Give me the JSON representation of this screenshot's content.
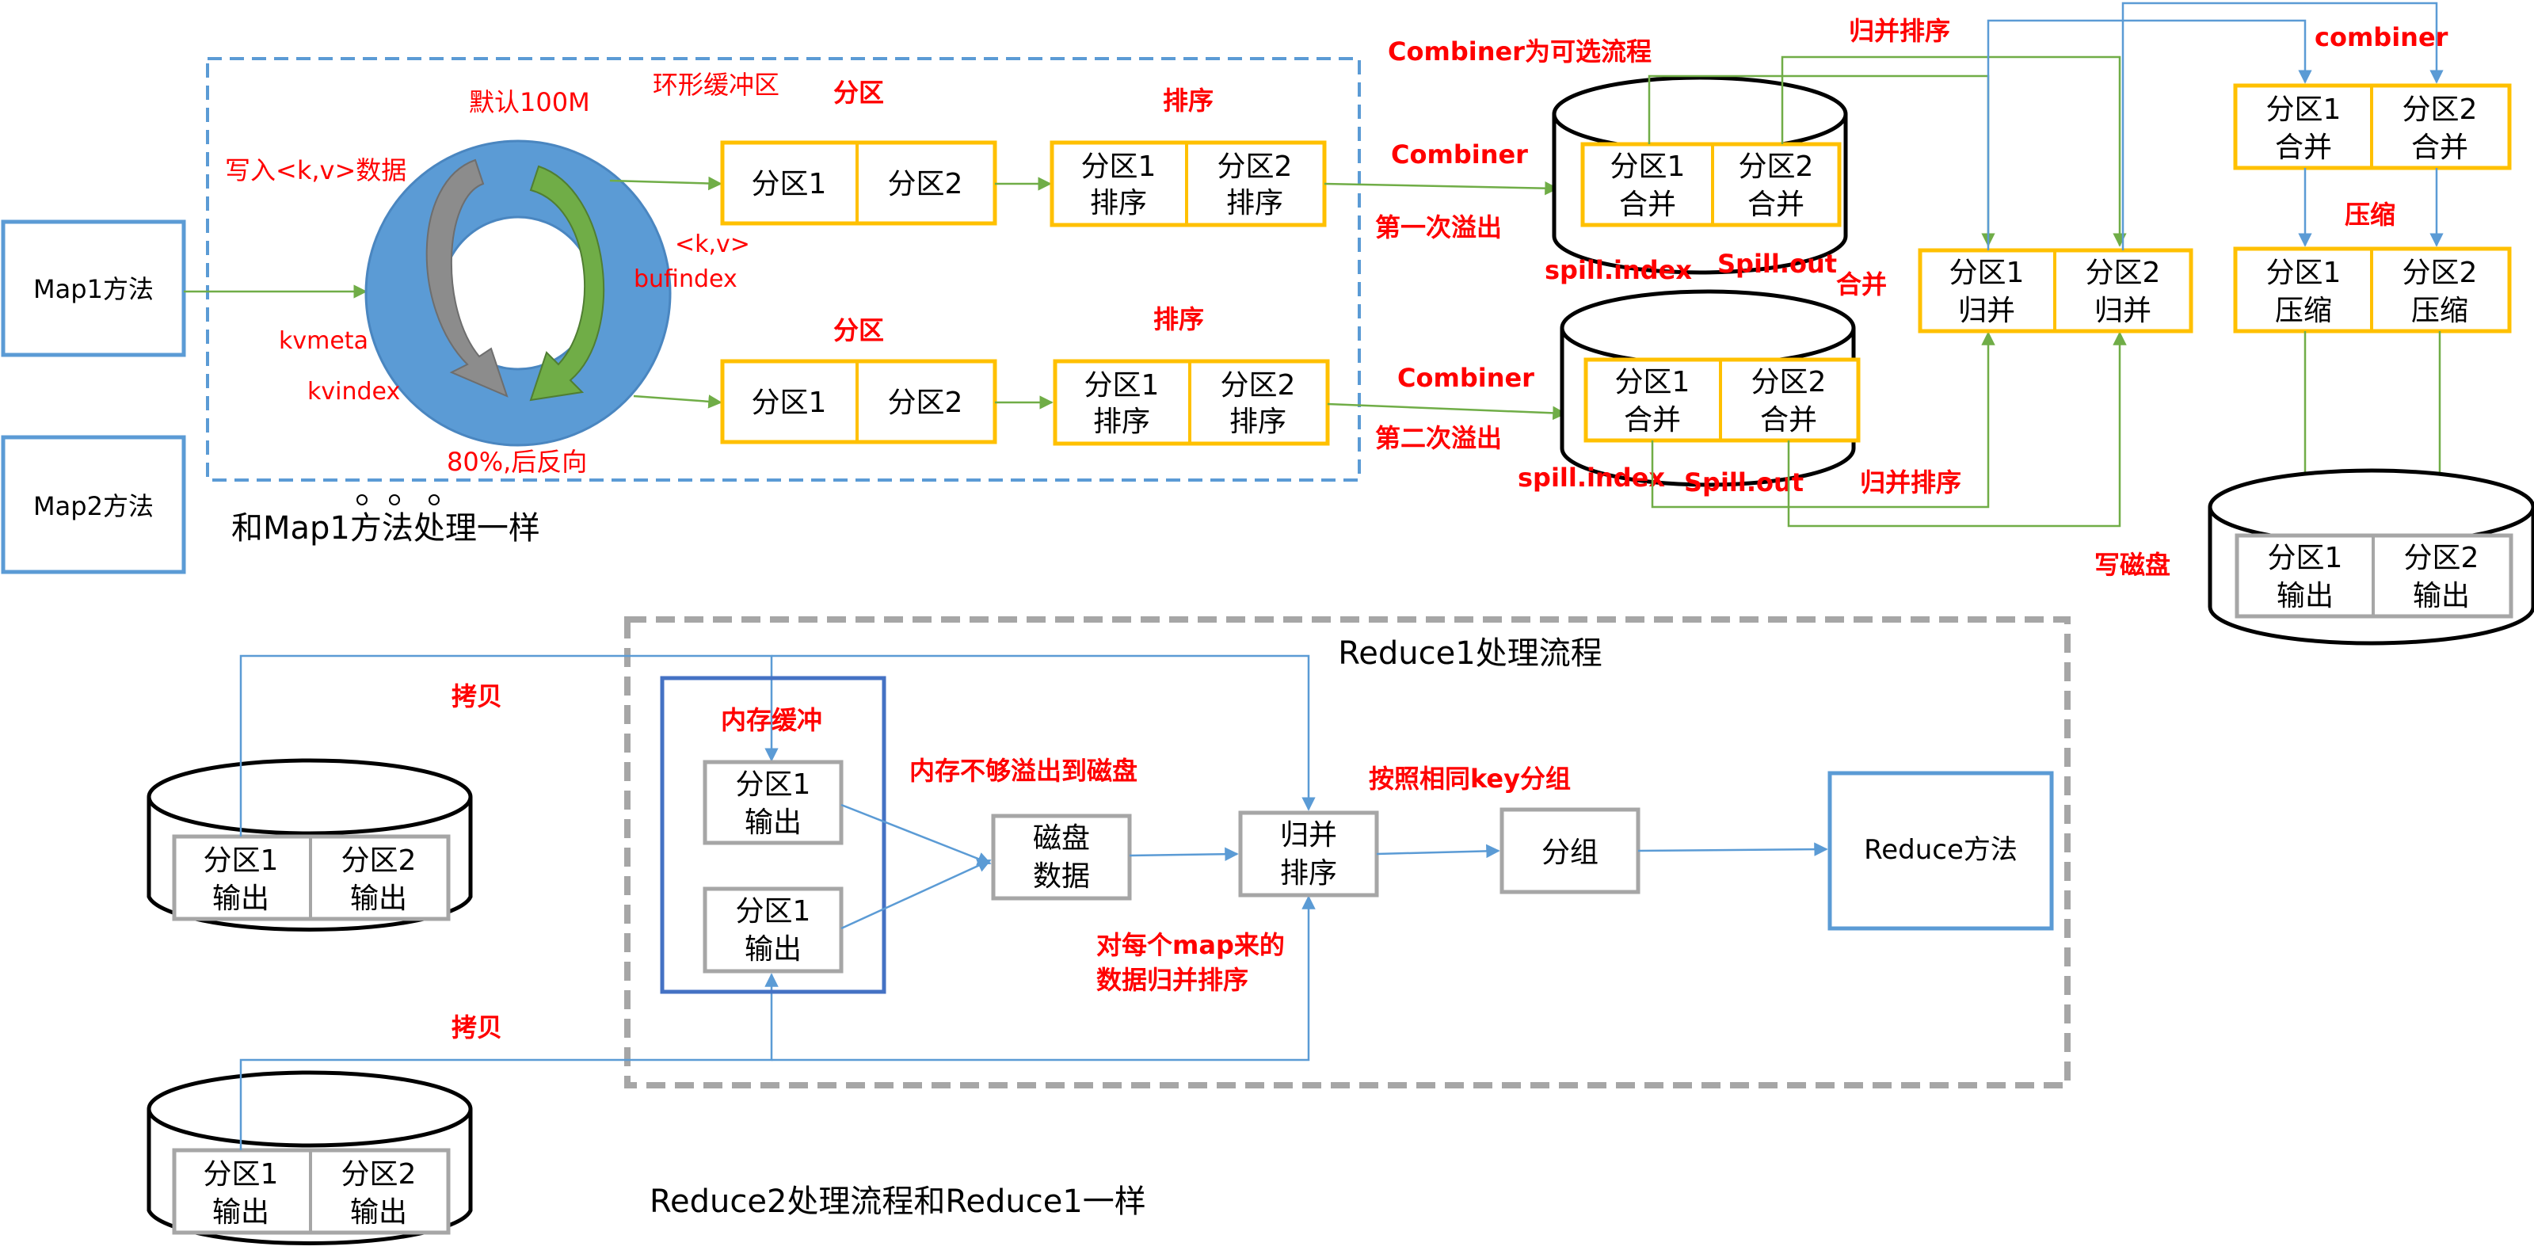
{
  "colors": {
    "blue": "#5b9bd5",
    "ring_blue": "#5b9bd5",
    "yellow": "#ffc000",
    "green": "#70ad47",
    "gray": "#a6a6a6",
    "red": "#ff0000",
    "dark_blue": "#4472c4"
  },
  "map": {
    "map1_label": "Map1方法",
    "map2_label": "Map2方法",
    "map2_note": "和Map1方法处理一样",
    "ring": {
      "title": "环形缓冲区",
      "default_size": "默认100M",
      "write_label": "写入<k,v>数据",
      "kvmeta": "kvmeta",
      "kvindex": "kvindex",
      "kv": "<k,v>",
      "bufindex": "bufindex",
      "threshold": "80%,后反向"
    },
    "partition_title": "分区",
    "sort_title": "排序",
    "cells": {
      "p1": "分区1",
      "p2": "分区2",
      "p1_sort_a": "分区1",
      "p1_sort_b": "排序",
      "p2_sort_a": "分区2",
      "p2_sort_b": "排序"
    }
  },
  "spill": {
    "combiner_optional": "Combiner为可选流程",
    "combiner": "Combiner",
    "first_spill": "第一次溢出",
    "second_spill": "第二次溢出",
    "spill_index": "spill.index",
    "spill_out_1": "Spill.out",
    "spill_out_2": "Spill.out",
    "merge_a_1": "分区1",
    "merge_a_2": "合并",
    "merge_b_1": "分区2",
    "merge_b_2": "合并"
  },
  "merge": {
    "merge_sort": "归并排序",
    "combine_label": "合并",
    "guibing_a1": "分区1",
    "guibing_a2": "归并",
    "guibing_b1": "分区2",
    "guibing_b2": "归并",
    "combiner": "combiner",
    "heping_a1": "分区1",
    "heping_a2": "合并",
    "heping_b1": "分区2",
    "heping_b2": "合并",
    "compress": "压缩",
    "compress_a1": "分区1",
    "compress_a2": "压缩",
    "compress_b1": "分区2",
    "compress_b2": "压缩",
    "write_disk": "写磁盘",
    "out_a1": "分区1",
    "out_a2": "输出",
    "out_b1": "分区2",
    "out_b2": "输出"
  },
  "reduce": {
    "title": "Reduce1处理流程",
    "copy_label": "拷贝",
    "mem_buffer": "内存缓冲",
    "buf_a1": "分区1",
    "buf_a2": "输出",
    "overflow": "内存不够溢出到磁盘",
    "disk_1": "磁盘",
    "disk_2": "数据",
    "merge_1": "归并",
    "merge_2": "排序",
    "merge_note_1": "对每个map来的",
    "merge_note_2": "数据归并排序",
    "group_by_key": "按照相同key分组",
    "group": "分组",
    "reduce_method": "Reduce方法",
    "reduce2_note": "Reduce2处理流程和Reduce1一样",
    "disk_a1": "分区1",
    "disk_a2": "输出",
    "disk_b1": "分区2",
    "disk_b2": "输出"
  }
}
